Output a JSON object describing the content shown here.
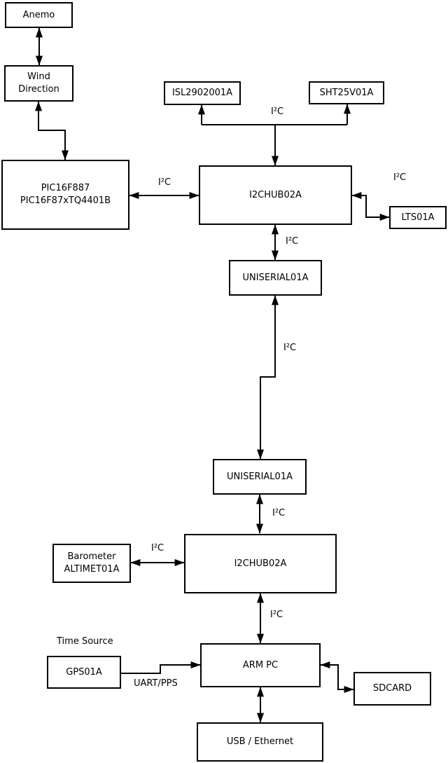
{
  "diagram": {
    "background_color": "#ffffff",
    "line_color": "#000000",
    "nodes": {
      "anemo": {
        "label": "Anemo"
      },
      "wind_direction": {
        "line1": "Wind",
        "line2": "Direction"
      },
      "pic": {
        "line1": "PIC16F887",
        "line2": "PIC16F87xTQ4401B"
      },
      "isl": {
        "label": "ISL2902001A"
      },
      "sht": {
        "label": "SHT25V01A"
      },
      "i2chub_top": {
        "label": "I2CHUB02A"
      },
      "lts": {
        "label": "LTS01A"
      },
      "uniserial_top": {
        "label": "UNISERIAL01A"
      },
      "uniserial_bottom": {
        "label": "UNISERIAL01A"
      },
      "barometer": {
        "line1": "Barometer",
        "line2": "ALTIMET01A"
      },
      "i2chub_bottom": {
        "label": "I2CHUB02A"
      },
      "arm_pc": {
        "label": "ARM PC"
      },
      "gps": {
        "label": "GPS01A"
      },
      "sdcard": {
        "label": "SDCARD"
      },
      "usb_ethernet": {
        "label": "USB / Ethernet"
      }
    },
    "labels": {
      "i2c_sensor_bus": "I²C",
      "i2c_pic_hub": "I²C",
      "i2c_hub_lts": "I²C",
      "i2c_hub_uniserial": "I²C",
      "i2c_uniserial_link": "I²C",
      "i2c_uniserial_hub2": "I²C",
      "i2c_barometer_hub2": "I²C",
      "i2c_hub2_armpc": "I²C",
      "time_source": "Time Source",
      "uart_pps": "UART/PPS"
    }
  }
}
